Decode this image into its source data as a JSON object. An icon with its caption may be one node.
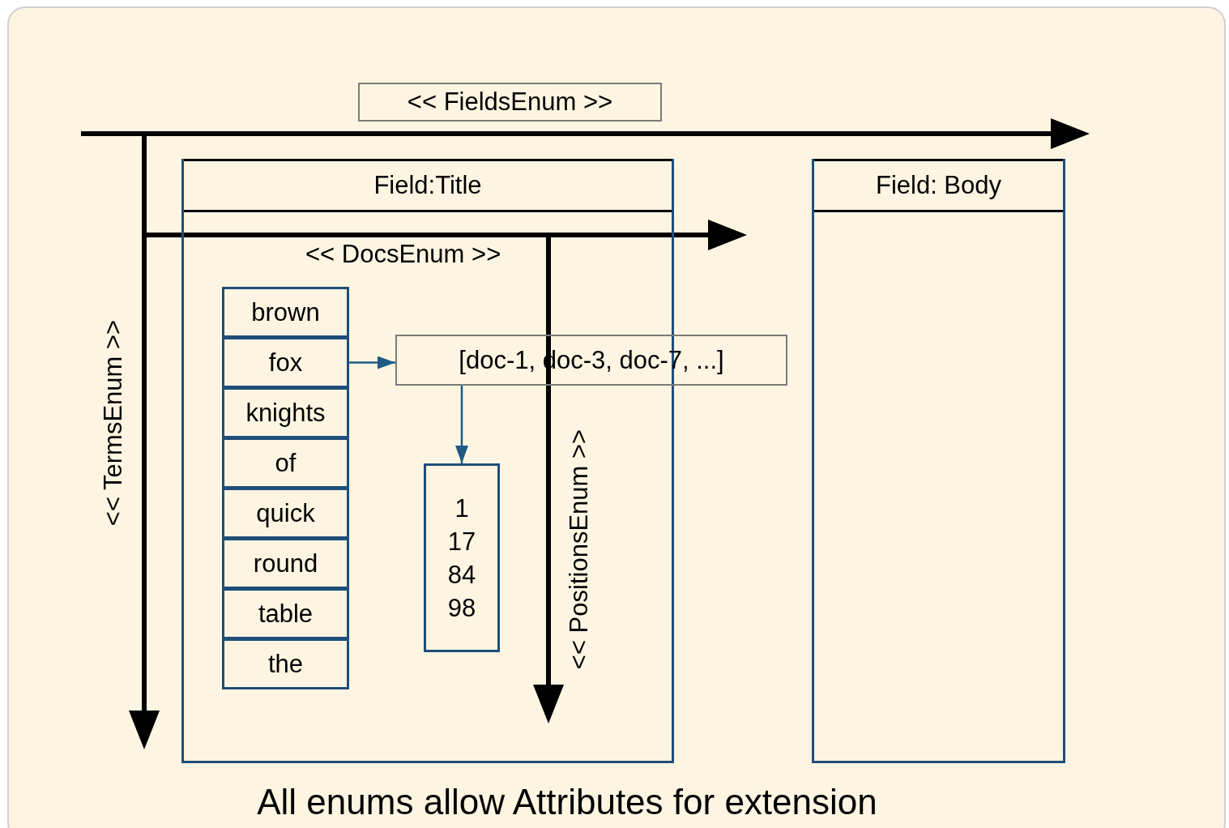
{
  "diagram": {
    "caption": "All enums allow Attributes for extension",
    "nodes": [
      {
        "text": [
          "<< FieldsEnum >>"
        ]
      },
      {
        "text": [
          "Field:Title"
        ]
      },
      {
        "text": [
          "Field: Body"
        ]
      },
      {
        "text": [
          "brown"
        ],
        "in": 1
      },
      {
        "text": [
          "fox"
        ],
        "in": 1
      },
      {
        "text": [
          "knights"
        ],
        "in": 1
      },
      {
        "text": [
          "of"
        ],
        "in": 1
      },
      {
        "text": [
          "quick"
        ],
        "in": 1
      },
      {
        "text": [
          "round"
        ],
        "in": 1
      },
      {
        "text": [
          "table"
        ],
        "in": 1
      },
      {
        "text": [
          "the"
        ],
        "in": 1
      },
      {
        "text": [
          "[doc-1, doc-3, doc-7, ...]"
        ]
      },
      {
        "text": [
          "1 17 84 98"
        ],
        "in": 1
      }
    ],
    "edges": [
      {
        "from": 4,
        "to": 11,
        "arrow": "to"
      },
      {
        "from": 11,
        "to": 12,
        "arrow": "to"
      }
    ],
    "labels": [
      "<< DocsEnum >>",
      "<< TermsEnum >>",
      "<< PositionsEnum >>"
    ]
  }
}
